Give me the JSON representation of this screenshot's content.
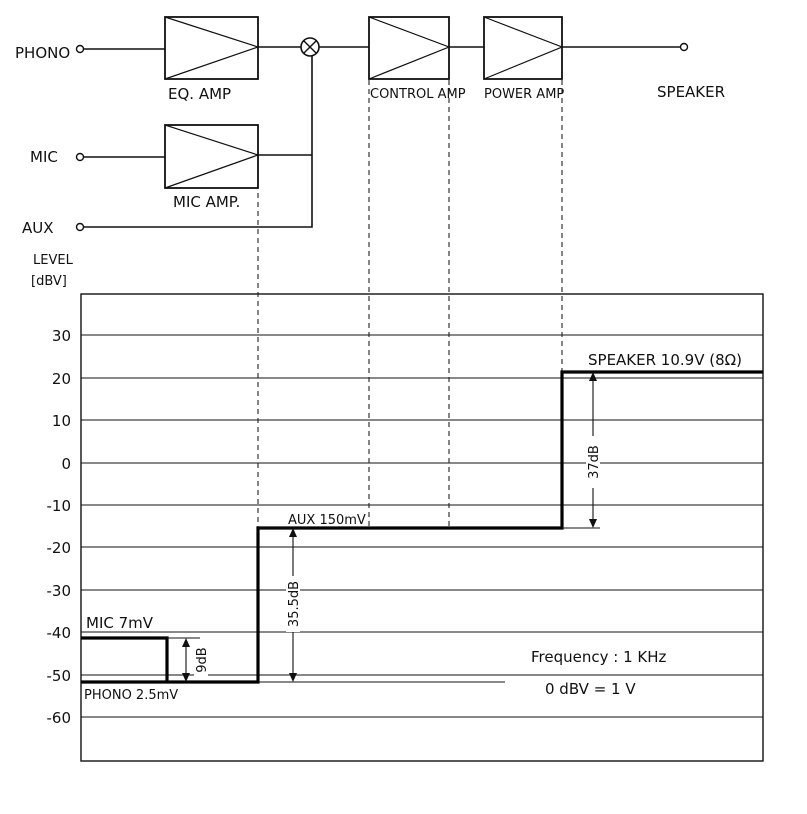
{
  "inputs": {
    "phono": "PHONO",
    "mic": "MIC",
    "aux": "AUX"
  },
  "output": "SPEAKER",
  "amps": {
    "eq": "EQ. AMP",
    "mic": "MIC AMP.",
    "control": "CONTROL AMP",
    "power": "POWER AMP"
  },
  "level_axis": {
    "label_line1": "LEVEL",
    "label_line2": "[dBV]",
    "ticks": [
      "30",
      "20",
      "10",
      "0",
      "-10",
      "-20",
      "-30",
      "-40",
      "-50",
      "-60"
    ]
  },
  "chart_data": {
    "type": "line",
    "ylabel": "LEVEL [dBV]",
    "ylim": [
      -70,
      40
    ],
    "series": [
      {
        "name": "PHONO 2.5mV",
        "points": [
          [
            "PHONO input",
            -52
          ],
          [
            "EQ. AMP output",
            -52
          ]
        ]
      },
      {
        "name": "MIC 7mV",
        "points": [
          [
            "MIC input",
            -41
          ],
          [
            "MIC AMP. output",
            -52
          ]
        ]
      },
      {
        "name": "AUX 150mV",
        "points": [
          [
            "AUX",
            -16
          ],
          [
            "POWER AMP input",
            -16
          ]
        ]
      },
      {
        "name": "SPEAKER 10.9V (8Ω)",
        "points": [
          [
            "POWER AMP output",
            21
          ],
          [
            "SPEAKER",
            21
          ]
        ]
      }
    ],
    "gains": [
      {
        "label": "9dB",
        "from": -52,
        "to": -41
      },
      {
        "label": "35.5dB",
        "from": -52,
        "to": -16
      },
      {
        "label": "37dB",
        "from": -16,
        "to": 21
      }
    ]
  },
  "annotations": {
    "mic_level": "MIC 7mV",
    "phono_level": "PHONO 2.5mV",
    "aux_level": "AUX 150mV",
    "speaker_level": "SPEAKER 10.9V (8Ω)",
    "gain_mic": "9dB",
    "gain_eq": "35.5dB",
    "gain_power": "37dB",
    "frequency": "Frequency  :  1 KHz",
    "reference": "0  dBV   =  1 V"
  }
}
